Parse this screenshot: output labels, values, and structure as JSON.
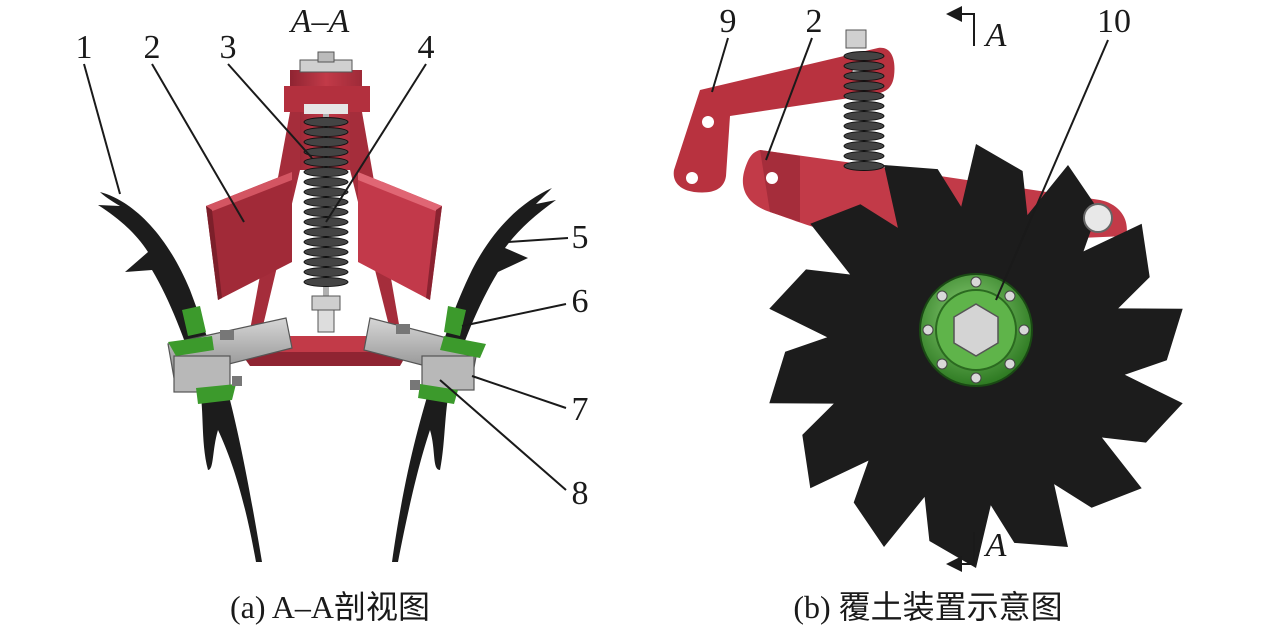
{
  "section_title": "A–A",
  "panel_a": {
    "labels": [
      "1",
      "2",
      "3",
      "4",
      "5",
      "6",
      "7",
      "8"
    ],
    "caption": "(a) A–A剖视图"
  },
  "panel_b": {
    "labels": [
      "9",
      "2",
      "10"
    ],
    "section_mark": "A",
    "caption": "(b) 覆土装置示意图"
  },
  "colors": {
    "frame_red": "#c23a48",
    "frame_red_dark": "#8f2432",
    "disc_black": "#1c1c1c",
    "hub_green": "#3c9a2c",
    "bearing_gray": "#a9a9a9",
    "spring_dark": "#333333"
  }
}
